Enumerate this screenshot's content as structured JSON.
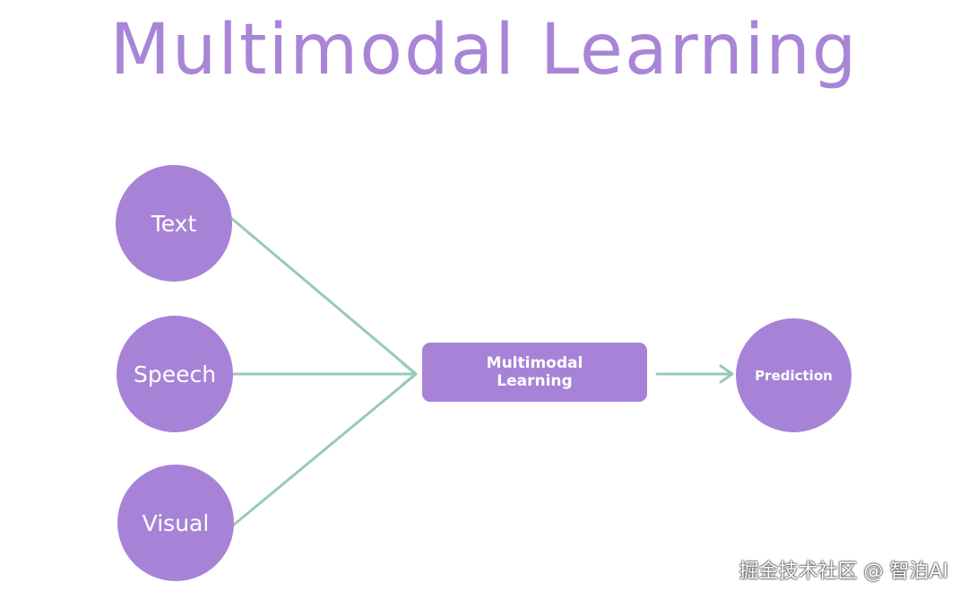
{
  "title": "Multimodal Learning",
  "diagram": {
    "inputs": [
      {
        "label": "Text"
      },
      {
        "label": "Speech"
      },
      {
        "label": "Visual"
      }
    ],
    "center": {
      "line1": "Multimodal",
      "line2": "Learning"
    },
    "output": {
      "label": "Prediction"
    },
    "edges": [
      {
        "from": "Text",
        "to": "Multimodal Learning"
      },
      {
        "from": "Speech",
        "to": "Multimodal Learning"
      },
      {
        "from": "Visual",
        "to": "Multimodal Learning"
      },
      {
        "from": "Multimodal Learning",
        "to": "Prediction"
      }
    ]
  },
  "colors": {
    "title": "#a885d6",
    "node_fill": "#a783d7",
    "arrow": "#98c9b9",
    "node_text": "#ffffff"
  },
  "watermark": "掘金技术社区 @ 智泊AI"
}
